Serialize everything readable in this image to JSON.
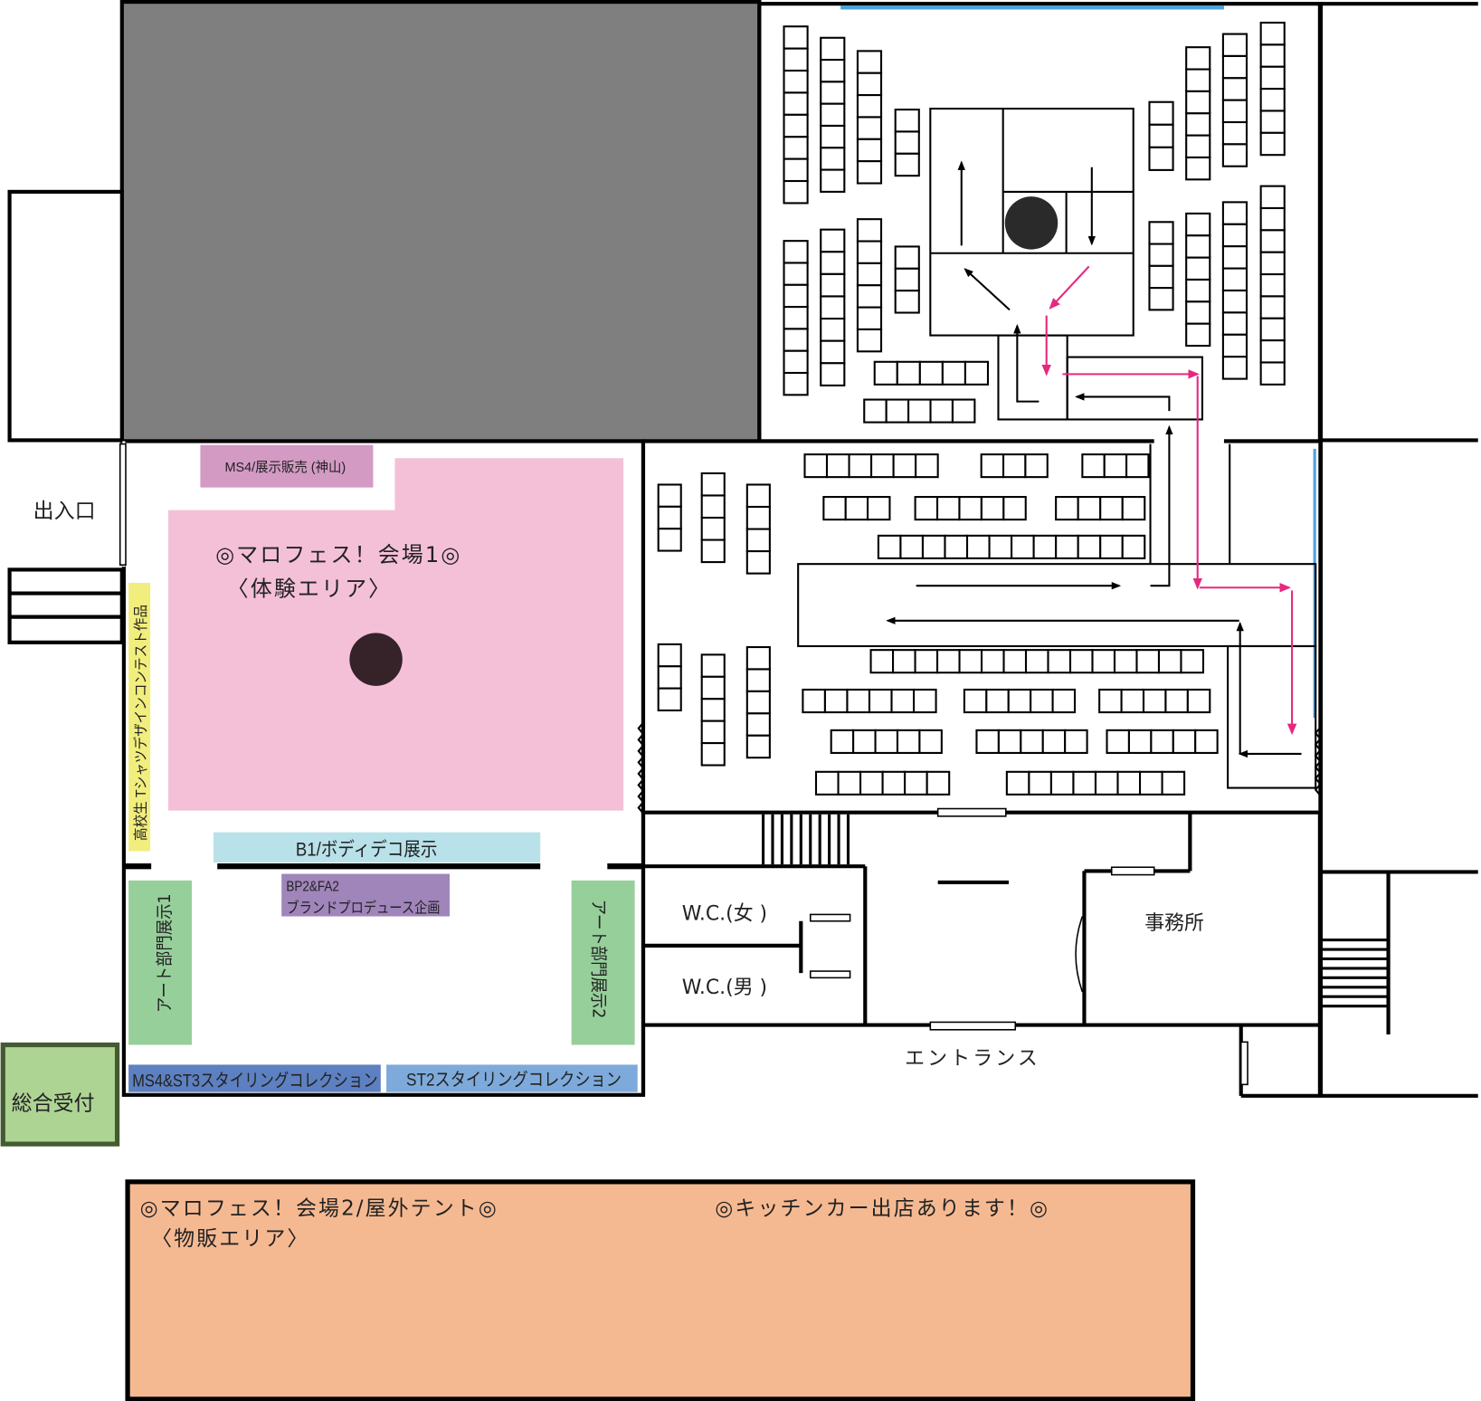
{
  "map": {
    "entrance_left": "出入口",
    "reception": "総合受付",
    "venue1_title": "◎マロフェス！会場1◎",
    "venue1_subtitle": "〈体験エリア〉",
    "ms4_sales": "MS4/展示販売 (神山)",
    "tshirt_contest": "高校生 Tシャツデザインコンテスト作品",
    "b1_bodydeco": "B1/ボディデコ展示",
    "bp2_fa2_line1": "BP2&FA2",
    "bp2_fa2_line2": "ブランドプロデュース企画",
    "art1": "アート部門展示1",
    "art2": "アート部門展示2",
    "ms4_st3_styling": "MS4&ST3スタイリングコレクション",
    "st2_styling": "ST2スタイリングコレクション",
    "wc_female": "W.C.(女 )",
    "wc_male": "W.C.(男 )",
    "office": "事務所",
    "entrance": "エントランス",
    "venue2_title": "◎マロフェス！会場2/屋外テント◎",
    "venue2_subtitle": "〈物販エリア〉",
    "kitchen_car": "◎キッチンカー出店あります！◎"
  },
  "colors": {
    "gray_block": "#7f7f7f",
    "venue1": "#f4c0d8",
    "ms4": "#d39ac4",
    "tshirt": "#f2ee7e",
    "b1": "#b8e1e9",
    "bp2": "#a085bb",
    "art": "#96cf9a",
    "ms4_st3": "#5d80c0",
    "st2": "#7eaadb",
    "reception": "#aed494",
    "reception_border": "#445a30",
    "venue2": "#f5b992",
    "route_arrow": "#e6287f",
    "window_blue": "#4aa3df"
  }
}
